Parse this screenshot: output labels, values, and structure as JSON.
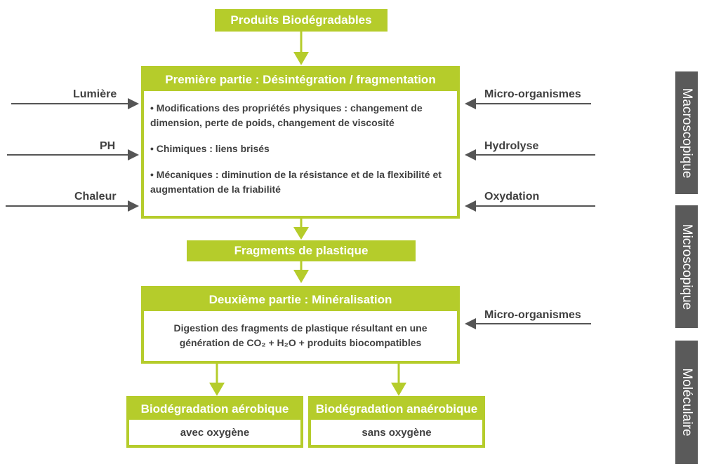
{
  "top": {
    "label": "Produits  Biodégradables"
  },
  "part1": {
    "title": "Première partie : Désintégration / fragmentation",
    "bullets": [
      "• Modifications des propriétés physiques : changement de dimension, perte de poids, changement de viscosité",
      "• Chimiques : liens brisés",
      "• Mécaniques : diminution de la résistance  et de la flexibilité et augmentation de la friabilité"
    ]
  },
  "left_inputs": [
    "Lumière",
    "PH",
    "Chaleur"
  ],
  "right_inputs": [
    "Micro-organismes",
    "Hydrolyse",
    "Oxydation"
  ],
  "fragments": {
    "label": "Fragments de plastique"
  },
  "part2": {
    "title": "Deuxième  partie :  Minéralisation",
    "text": "Digestion des fragments de plastique résultant en une génération de CO₂ + H₂O + produits biocompatibles",
    "right_input": "Micro-organismes"
  },
  "aerobic": {
    "title": "Biodégradation aérobique",
    "sub": "avec oxygène"
  },
  "anaerobic": {
    "title": "Biodégradation anaérobique",
    "sub": "sans oxygène"
  },
  "scales": [
    "Macroscopique",
    "Microscopique",
    "Moléculaire"
  ],
  "colors": {
    "accent": "#b5cc2b",
    "text": "#404040",
    "arrow": "#555555",
    "tab": "#5a5a5a"
  }
}
